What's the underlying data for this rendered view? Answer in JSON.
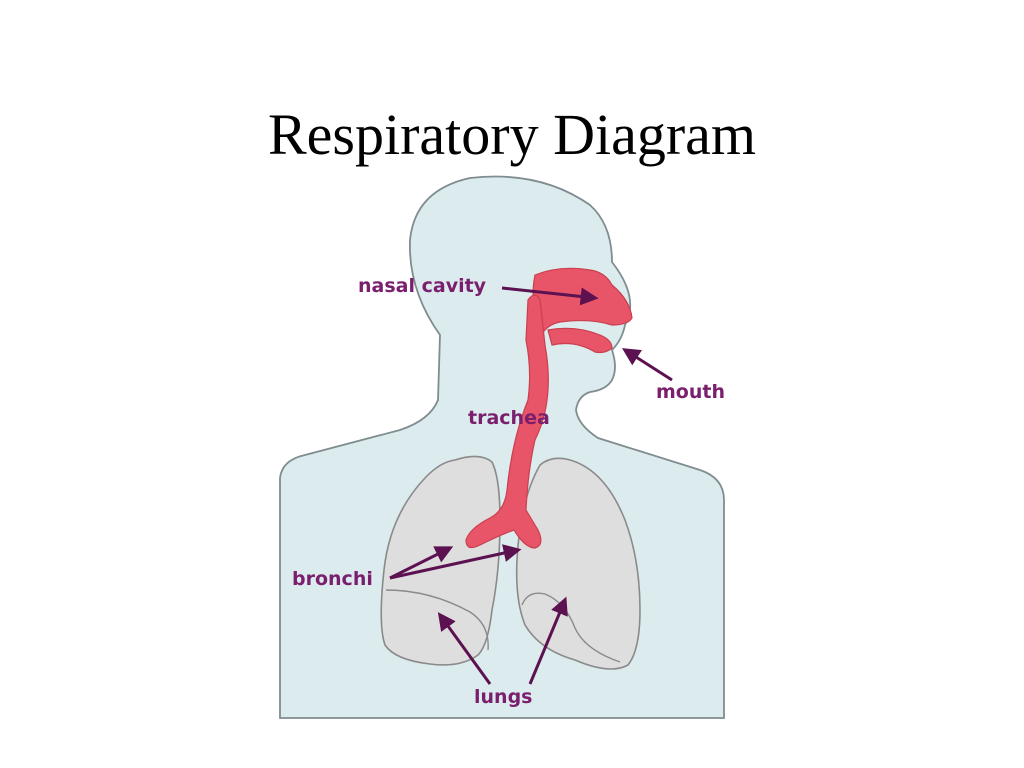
{
  "title": "Respiratory Diagram",
  "labels": {
    "nasal_cavity": "nasal cavity",
    "mouth": "mouth",
    "trachea": "trachea",
    "bronchi": "bronchi",
    "lungs": "lungs"
  },
  "colors": {
    "body_fill": "#dcebed",
    "body_outline": "#7f8c90",
    "lung_fill": "#dedede",
    "lung_outline": "#8a8a8a",
    "airway": "#e85468",
    "airway_outline": "#c9404f",
    "label": "#7a1f6e",
    "arrow": "#5c1150"
  }
}
